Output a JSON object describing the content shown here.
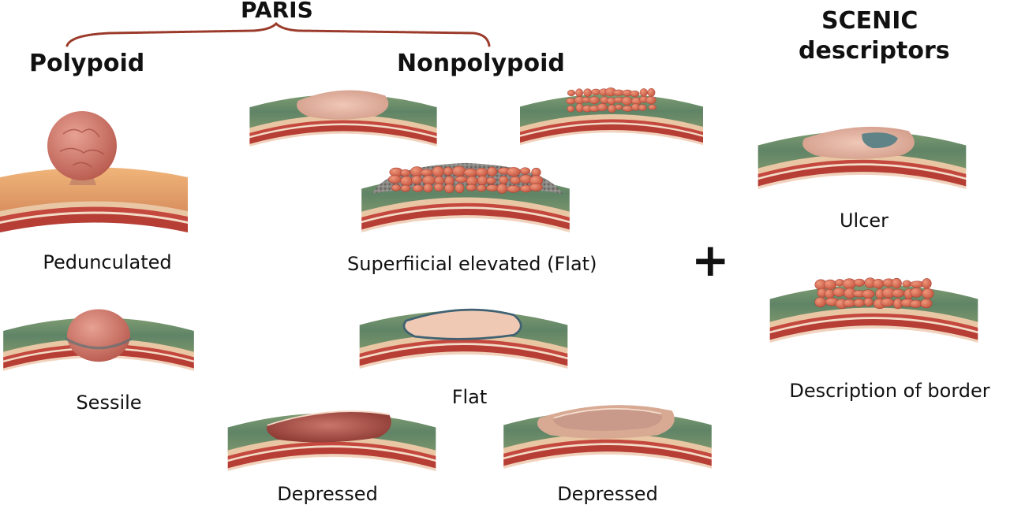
{
  "diagram": {
    "paris_label": "PARIS",
    "polypoid_header": "Polypoid",
    "nonpolypoid_header": "Nonpolypoid",
    "scenic_header_line1": "SCENIC",
    "scenic_header_line2": "descriptors",
    "plus_sign": "+"
  },
  "lesions": {
    "pedunculated": "Pedunculated",
    "sessile": "Sessile",
    "superficial_elevated": "Superfiicial elevated (Flat)",
    "flat": "Flat",
    "depressed_left": "Depressed",
    "depressed_right": "Depressed",
    "ulcer": "Ulcer",
    "border": "Description of border"
  },
  "colors": {
    "mucosa_green": "#6f8f6a",
    "submucosa_tan": "#e9c7a4",
    "muscle_red": "#c4483e",
    "lesion_pink": "#d98a7a",
    "nodule_red": "#d8664e",
    "bracket_brown": "#9b3a2a"
  }
}
